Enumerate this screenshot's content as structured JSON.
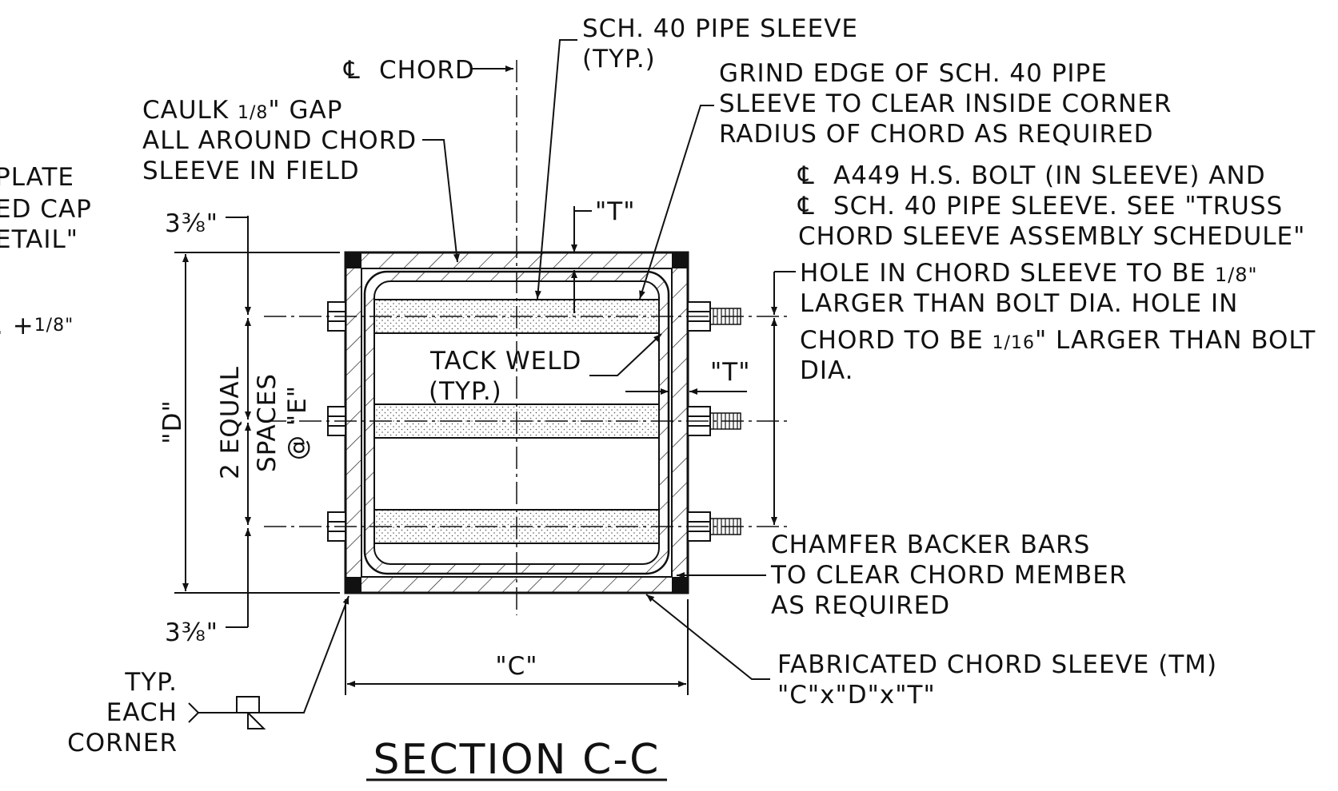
{
  "title": "SECTION C-C",
  "labels": {
    "left_partial_1": "PLATE",
    "left_partial_2": "ED CAP",
    "left_partial_3": "ETAIL\"",
    "left_partial_4": ". +",
    "left_partial_4_frac": "1/8\"",
    "caulk_1a": "CAULK",
    "caulk_1_frac": "1/8",
    "caulk_1b": "\" GAP",
    "caulk_2": "ALL AROUND CHORD",
    "caulk_3": "SLEEVE IN FIELD",
    "cl_chord": "CHORD",
    "sch40_1": "SCH. 40 PIPE SLEEVE",
    "sch40_2": "(TYP.)",
    "grind_1": "GRIND EDGE OF SCH. 40 PIPE",
    "grind_2": "SLEEVE TO CLEAR INSIDE CORNER",
    "grind_3": "RADIUS OF CHORD AS REQUIRED",
    "bolt_1": "A449 H.S. BOLT (IN SLEEVE) AND",
    "bolt_2": "SCH. 40 PIPE SLEEVE. SEE \"TRUSS",
    "bolt_3": "CHORD SLEEVE ASSEMBLY SCHEDULE\"",
    "hole_1a": "HOLE IN CHORD SLEEVE TO BE",
    "hole_1_frac": "1/8\"",
    "hole_2": "LARGER THAN BOLT DIA. HOLE IN",
    "hole_3a": "CHORD TO BE",
    "hole_3_frac": "1/16",
    "hole_3b": "\" LARGER THAN BOLT",
    "hole_4": "DIA.",
    "t_top": "\"T\"",
    "t_right": "\"T\"",
    "tack_1": "TACK WELD",
    "tack_2": "(TYP.)",
    "dim_top": "3⅜\"",
    "dim_bottom": "3⅜\"",
    "dim_d": "\"D\"",
    "equal_1": "2 EQUAL",
    "equal_2": "SPACES",
    "equal_3": "@ \"E\"",
    "dim_c": "\"C\"",
    "chamfer_1": "CHAMFER BACKER BARS",
    "chamfer_2": "TO CLEAR CHORD MEMBER",
    "chamfer_3": "AS REQUIRED",
    "fab_1": "FABRICATED CHORD SLEEVE (TM)",
    "fab_2": "\"C\"x\"D\"x\"T\"",
    "typ_1": "TYP.",
    "typ_2": "EACH",
    "typ_3": "CORNER",
    "centerline_symbol": "℄"
  }
}
